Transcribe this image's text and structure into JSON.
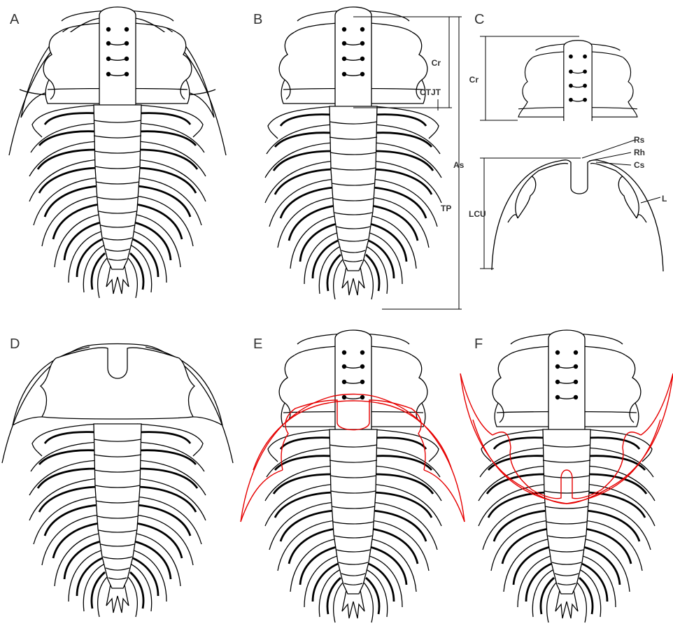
{
  "figure": {
    "panels": [
      {
        "letter": "A"
      },
      {
        "letter": "B"
      },
      {
        "letter": "C"
      },
      {
        "letter": "D"
      },
      {
        "letter": "E"
      },
      {
        "letter": "F"
      }
    ],
    "labels": {
      "B": {
        "cr": "Cr",
        "ctjt": "CTJT",
        "as": "As",
        "tp": "TP"
      },
      "C": {
        "cr": "Cr",
        "rs": "Rs",
        "rh": "Rh",
        "cs": "Cs",
        "lcu": "LCU",
        "l": "L"
      }
    }
  },
  "colors": {
    "outline": "#000000",
    "overlay": "#e60000",
    "text": "#333333"
  }
}
